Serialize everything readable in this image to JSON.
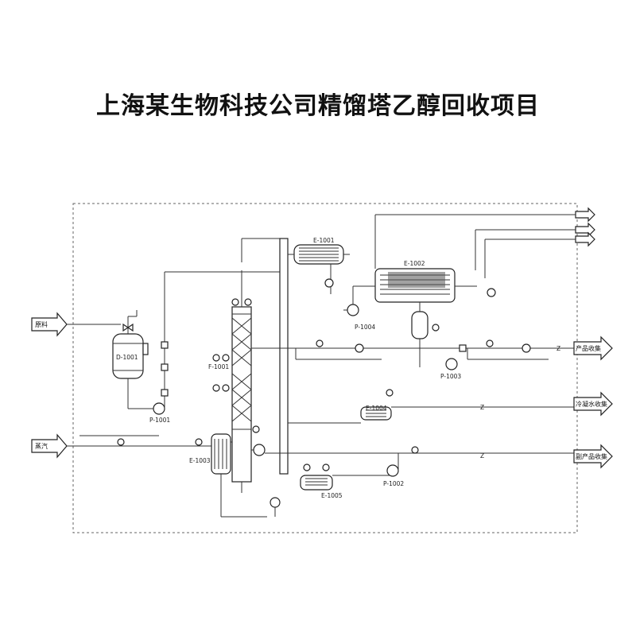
{
  "title": "上海某生物科技公司精馏塔乙醇回收项目",
  "streams": {
    "feed": "原料",
    "steam": "蒸汽",
    "product": "产品收集",
    "cooling_water": "冷凝水收集",
    "byproduct": "副产品收集"
  },
  "equipment": {
    "d1001": "D-1001",
    "p1001": "P-1001",
    "f1001": "F-1001",
    "e1001": "E-1001",
    "e1002": "E-1002",
    "p1004": "P-1004",
    "p1003": "P-1003",
    "e1004": "E-1004",
    "e1003": "E-1003",
    "e1005": "E-1005",
    "p1002": "P-1002"
  },
  "colors": {
    "line": "#333333",
    "background": "#ffffff"
  }
}
